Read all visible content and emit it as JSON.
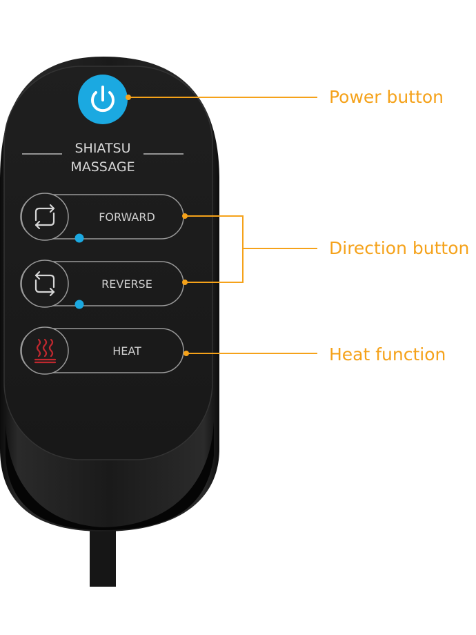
{
  "remote": {
    "title_line1": "SHIATSU",
    "title_line2": "MASSAGE",
    "buttons": [
      {
        "label": "FORWARD",
        "icon": "forward-cycle-icon",
        "indicator_lit": true
      },
      {
        "label": "REVERSE",
        "icon": "reverse-cycle-icon",
        "indicator_lit": true
      },
      {
        "label": "HEAT",
        "icon": "heat-waves-icon",
        "indicator_lit": false
      }
    ],
    "power_icon": "power-icon"
  },
  "callouts": {
    "power": "Power button",
    "direction": "Direction button",
    "heat": "Heat function"
  },
  "colors": {
    "callout": "#f5a21a",
    "power_button": "#1ba9e1",
    "indicator": "#1ba9e1",
    "heat_icon": "#c0282f",
    "remote_body": "#151515"
  }
}
